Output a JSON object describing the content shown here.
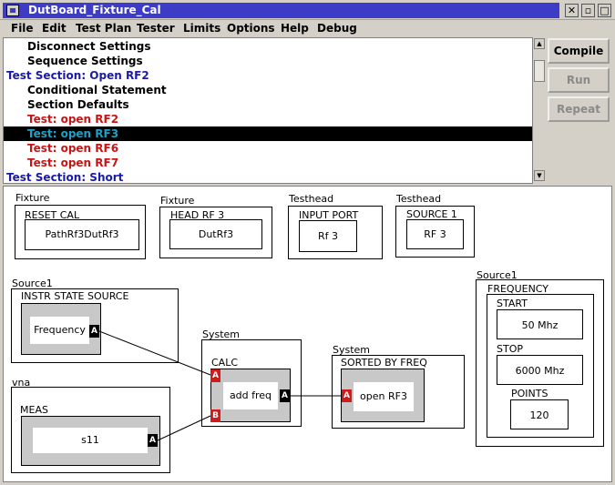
{
  "window": {
    "title": "DutBoard_Fixture_Cal"
  },
  "menu": [
    "File",
    "Edit",
    "Test Plan",
    "Tester",
    "Limits",
    "Options",
    "Help",
    "Debug"
  ],
  "test_list": [
    {
      "text": "Disconnect Settings",
      "color": "#000000"
    },
    {
      "text": "Sequence Settings",
      "color": "#000000"
    },
    {
      "text": "Test Section: Open RF2",
      "color": "#1a1aa8"
    },
    {
      "text": "Conditional Statement",
      "color": "#000000"
    },
    {
      "text": "Section Defaults",
      "color": "#000000"
    },
    {
      "text": "Test: open RF2",
      "color": "#c81414"
    },
    {
      "text": "Test: open RF3",
      "color": "#1ea0c8"
    },
    {
      "text": "Test: open RF6",
      "color": "#c81414"
    },
    {
      "text": "Test: open RF7",
      "color": "#c81414"
    },
    {
      "text": "Test Section: Short",
      "color": "#1a1aa8"
    }
  ],
  "buttons": {
    "compile": "Compile",
    "run": "Run",
    "repeat": "Repeat"
  },
  "blocks": {
    "fixture1": {
      "group": "Fixture",
      "title": "RESET CAL",
      "value": "PathRf3DutRf3"
    },
    "fixture2": {
      "group": "Fixture",
      "title": "HEAD RF 3",
      "value": "DutRf3"
    },
    "testhead1": {
      "group": "Testhead",
      "title": "INPUT PORT",
      "value": "Rf 3"
    },
    "testhead2": {
      "group": "Testhead",
      "title": "SOURCE 1",
      "value": "RF 3"
    },
    "source1": {
      "group": "Source1",
      "title": "INSTR STATE SOURCE",
      "value": "Frequency",
      "port": "A"
    },
    "vna": {
      "group": "vna",
      "title": "MEAS",
      "value": "s11",
      "port": "A"
    },
    "calc": {
      "group": "System",
      "title": "CALC",
      "value": "add freq",
      "port_a": "A",
      "port_b": "B",
      "port_out": "A"
    },
    "sorted": {
      "group": "System",
      "title": "SORTED BY FREQ",
      "value": "open RF3",
      "port": "A"
    },
    "frequency": {
      "group": "Source1",
      "title": "FREQUENCY",
      "start_label": "START",
      "start_value": "50  Mhz",
      "stop_label": "STOP",
      "stop_value": "6000 Mhz",
      "points_label": "POINTS",
      "points_value": "120"
    }
  }
}
